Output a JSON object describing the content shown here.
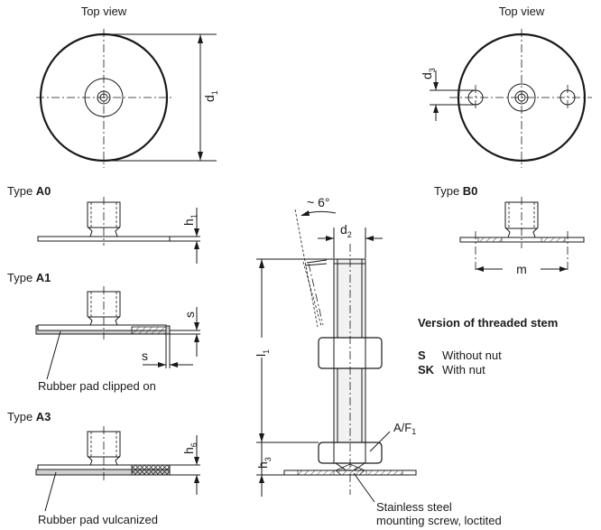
{
  "views": {
    "top_view_left": "Top view",
    "top_view_right": "Top view"
  },
  "types": {
    "a0": {
      "prefix": "Type ",
      "code": "A0"
    },
    "a1": {
      "prefix": "Type ",
      "code": "A1"
    },
    "a3": {
      "prefix": "Type ",
      "code": "A3"
    },
    "b0": {
      "prefix": "Type ",
      "code": "B0"
    }
  },
  "dimensions": {
    "d1": {
      "main": "d",
      "sub": "1"
    },
    "d2": {
      "main": "d",
      "sub": "2"
    },
    "d3": {
      "main": "d",
      "sub": "3"
    },
    "h1": {
      "main": "h",
      "sub": "1"
    },
    "h3": {
      "main": "h",
      "sub": "3"
    },
    "h6": {
      "main": "h",
      "sub": "6"
    },
    "l1": {
      "main": "l",
      "sub": "1"
    },
    "s_vertical": "s",
    "s_horizontal": "s",
    "m": "m",
    "af1": {
      "main": "A/F",
      "sub": "1"
    },
    "angle": "~ 6°"
  },
  "notes": {
    "rubber_clipped": "Rubber pad clipped on",
    "rubber_vulcanized": "Rubber pad vulcanized",
    "screw_line1": "Stainless steel",
    "screw_line2": "mounting screw, loctited"
  },
  "stem_versions": {
    "title": "Version of threaded stem",
    "items": [
      {
        "code": "S",
        "desc": "Without nut"
      },
      {
        "code": "SK",
        "desc": "With nut"
      }
    ]
  }
}
